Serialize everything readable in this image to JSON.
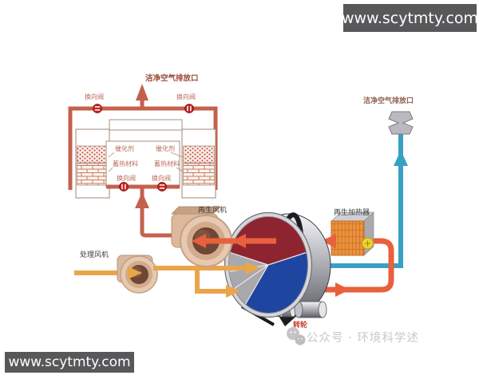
{
  "watermarks": {
    "website_top_right": "www.scytmty.com",
    "website_bottom_left": "www.scytmty.com",
    "wechat_account": "公众号 · 环境科学述"
  },
  "rto_unit": {
    "clean_air_outlet": "洁净空气排放口",
    "reversing_valve": "换向阀",
    "catalyst": "催化剂",
    "heat_storage_material": "蓄热材料"
  },
  "concentrator_unit": {
    "clean_air_outlet": "洁净空气排放口",
    "regen_fan": "再生风机",
    "process_fan": "处理风机",
    "regen_heater": "再生加热器",
    "rotor": "转轮"
  },
  "colors": {
    "rto_pipe": "#c4614d",
    "process_air_pipe": "#eaa54b",
    "regen_air_pipe": "#e8603c",
    "clean_air_pipe": "#38a1c3",
    "valve": "#c5211f",
    "rotor_desorption_sector": "#8e2430",
    "rotor_adsorption_sector": "#1e45a0",
    "heater_face": "#ea923e",
    "watermark_background": "#58585a"
  }
}
